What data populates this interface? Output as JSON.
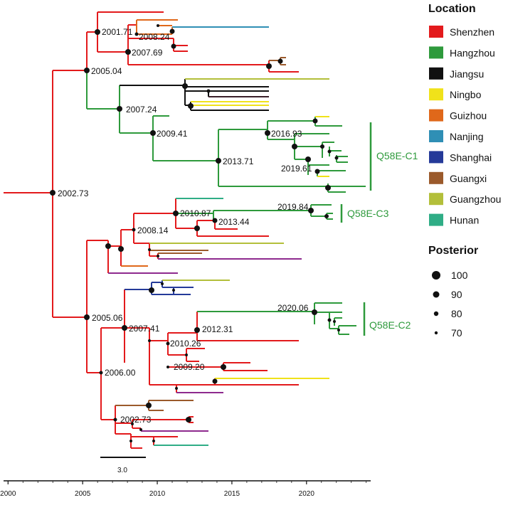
{
  "colors": {
    "Shenzhen": "#e31a1c",
    "Hangzhou": "#2e9a3c",
    "Jiangsu": "#111111",
    "Ningbo": "#f0e21a",
    "Guizhou": "#e0681a",
    "Nanjing": "#2f8fb5",
    "Shanghai": "#253a99",
    "Guangxi": "#9b5a2b",
    "Guangzhou": "#b3bf3a",
    "Hunan": "#2fad86",
    "Purple": "#8e2a8e",
    "Dark": "#3a1f2a"
  },
  "node_labels": [
    "2001.71",
    "2008.24",
    "2007.69",
    "2005.04",
    "2007.24",
    "2009.41",
    "2016.93",
    "2019.61",
    "2013.71",
    "2002.73",
    "2010.87",
    "2019.84",
    "2013.44",
    "2008.14",
    "2005.06",
    "2007.41",
    "2020.06",
    "2012.31",
    "2010.26",
    "2009.20",
    "2006.00",
    "2002.73"
  ],
  "clade_labels": [
    "Q58E-C1",
    "Q58E-C3",
    "Q58E-C2"
  ],
  "legend": {
    "location_title": "Location",
    "locations": [
      "Shenzhen",
      "Hangzhou",
      "Jiangsu",
      "Ningbo",
      "Guizhou",
      "Nanjing",
      "Shanghai",
      "Guangxi",
      "Guangzhou",
      "Hunan"
    ],
    "posterior_title": "Posterior",
    "posterior_values": [
      "100",
      "90",
      "80",
      "70"
    ]
  },
  "scale_bar_label": "3.0",
  "axis": {
    "ticks": [
      "2000",
      "2005",
      "2010",
      "2015",
      "2020"
    ],
    "range": [
      1999.7,
      2024.3
    ]
  }
}
